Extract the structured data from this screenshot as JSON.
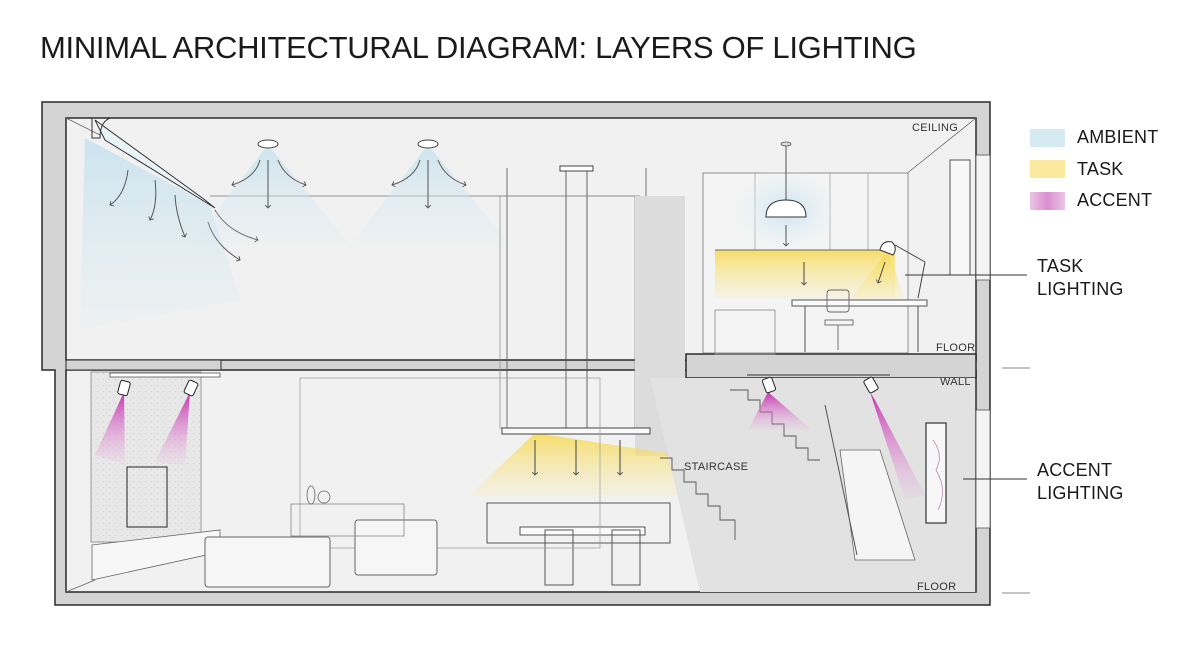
{
  "title": "MINIMAL ARCHITECTURAL DIAGRAM: LAYERS OF LIGHTING",
  "legend": {
    "items": [
      {
        "label": "AMBIENT",
        "color": "#d6eaf3"
      },
      {
        "label": "TASK",
        "color": "#fbe9a0"
      },
      {
        "label": "ACCENT",
        "color": "#d98fd0"
      }
    ]
  },
  "callouts": {
    "task": {
      "line1": "TASK",
      "line2": "LIGHTING"
    },
    "accent": {
      "line1": "ACCENT",
      "line2": "LIGHTING"
    }
  },
  "room_labels": {
    "ceiling": "CEILING",
    "upper_floor": "FLOOR",
    "wall": "WALL",
    "staircase": "STAIRCASE",
    "lower_floor": "FLOOR"
  },
  "colors": {
    "ambient": "#cfe6f1",
    "task": "#f9e27a",
    "accent": "#cc33b5",
    "wall_section": "#d4d4d4",
    "interior": "#f1f1f1",
    "line": "#3a3a3a"
  }
}
